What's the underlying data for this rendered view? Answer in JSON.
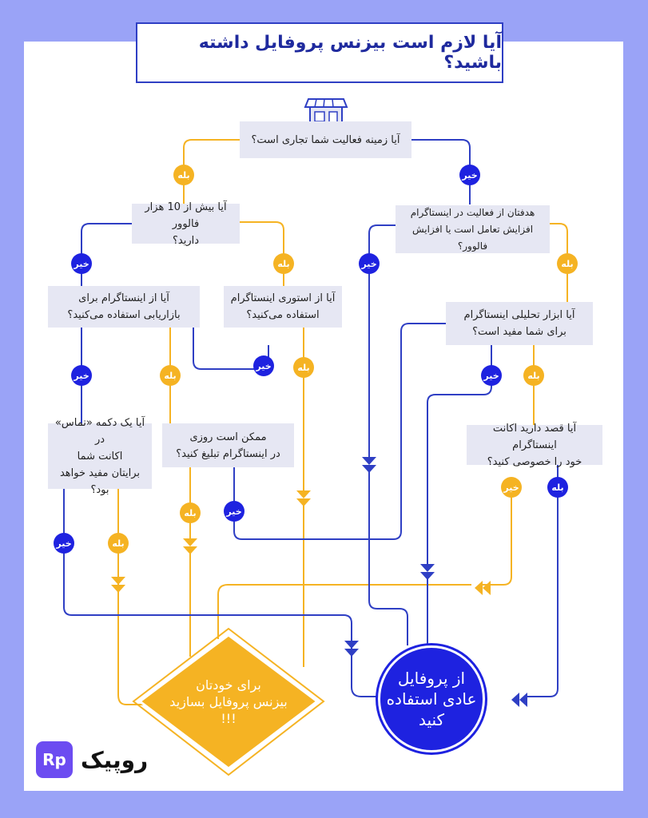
{
  "title": "آیا لازم است بیزنس پروفایل داشته باشید؟",
  "questions": {
    "q1": "آیا زمینه فعالیت شما تجاری است؟",
    "q2": "آیا بیش از 10 هزار فالوور\nدارید؟",
    "q3": "هدفتان از فعالیت در اینستاگرام\nافزایش تعامل است یا افزایش فالوور؟",
    "q4": "آیا از اینستاگرام برای\nبازاریابی استفاده می‌کنید؟",
    "q5": "آیا از استوری اینستاگرام\nاستفاده می‌کنید؟",
    "q6": "آیا ابزار تحلیلی اینستاگرام\nبرای شما مفید است؟",
    "q7": "آیا یک دکمه «تماس» در\nاکانت شما\nبرایتان مفید خواهد بود؟",
    "q8": "ممکن است روزی\nدر اینستاگرام تبلیغ کنید؟",
    "q9": "آیا قصد دارید اکانت اینستاگرام\nخود را خصوصی کنید؟"
  },
  "labels": {
    "yes": "بله",
    "no": "خیر"
  },
  "results": {
    "business": "برای خودتان\nبیزنس پروفایل بسازید\n!!!",
    "regular": "از پروفایل\nعادی استفاده\nکنید"
  },
  "brand": {
    "logo": "Rp",
    "name": "روپیک"
  },
  "icons": {
    "store": "store-icon"
  },
  "colors": {
    "background": "#9aa3f7",
    "blue": "#2f3fc4",
    "deep_blue": "#1e22e0",
    "yellow": "#f5b323",
    "box": "#e6e7f3"
  }
}
